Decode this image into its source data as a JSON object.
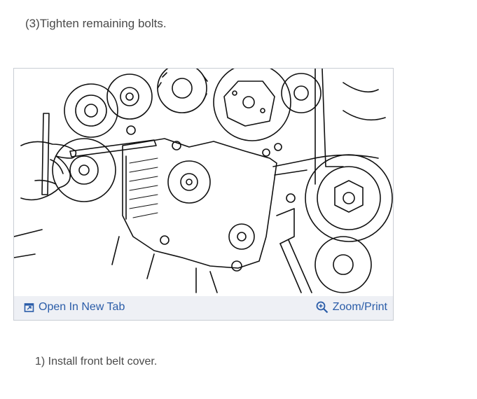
{
  "step": {
    "text": "(3)Tighten remaining bolts."
  },
  "figure": {
    "open_tab_label": "Open In New Tab",
    "zoom_label": "Zoom/Print",
    "icons": {
      "open": "open-new-tab-icon",
      "zoom": "magnifier-plus-icon"
    }
  },
  "instruction": {
    "text": "1) Install front belt cover."
  },
  "colors": {
    "link": "#2a5ca8",
    "bar": "#eef0f5",
    "border": "#c9cdd4",
    "text": "#4a4a4a"
  }
}
